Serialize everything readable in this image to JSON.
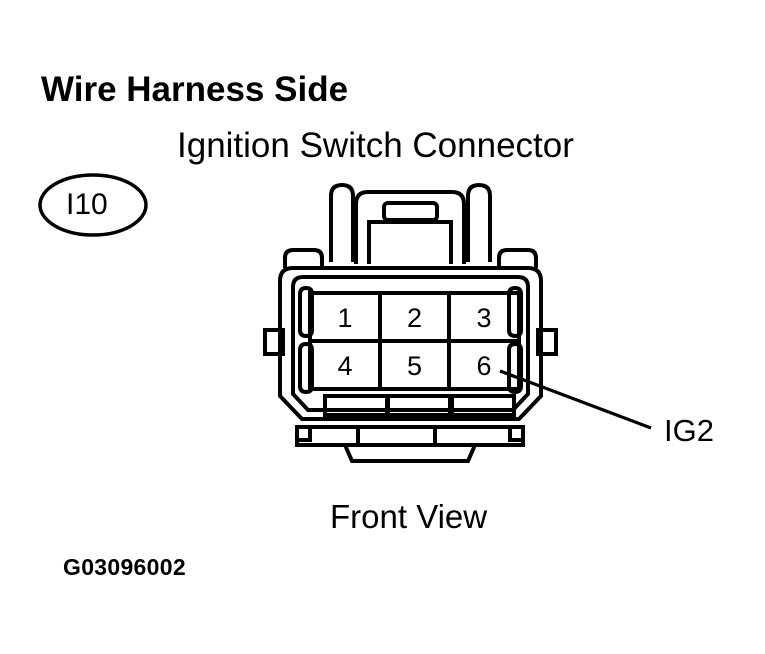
{
  "document": {
    "title": "Wire Harness Side",
    "figure_code": "G03096002"
  },
  "diagram": {
    "connector_name": "Ignition Switch Connector",
    "connector_id": "I10",
    "view_caption": "Front View",
    "side": "Wire Harness Side",
    "callouts": [
      {
        "label": "IG2",
        "points_to_pin": "6"
      }
    ],
    "pins": [
      {
        "number": "1",
        "row": 1,
        "col": 1
      },
      {
        "number": "2",
        "row": 1,
        "col": 2
      },
      {
        "number": "3",
        "row": 1,
        "col": 3
      },
      {
        "number": "4",
        "row": 2,
        "col": 1
      },
      {
        "number": "5",
        "row": 2,
        "col": 2
      },
      {
        "number": "6",
        "row": 2,
        "col": 3
      }
    ],
    "pin_count": 6,
    "pin_rows": 2,
    "pin_cols": 3,
    "colors": {
      "line": "#000000",
      "background": "#ffffff",
      "text": "#000000"
    }
  }
}
